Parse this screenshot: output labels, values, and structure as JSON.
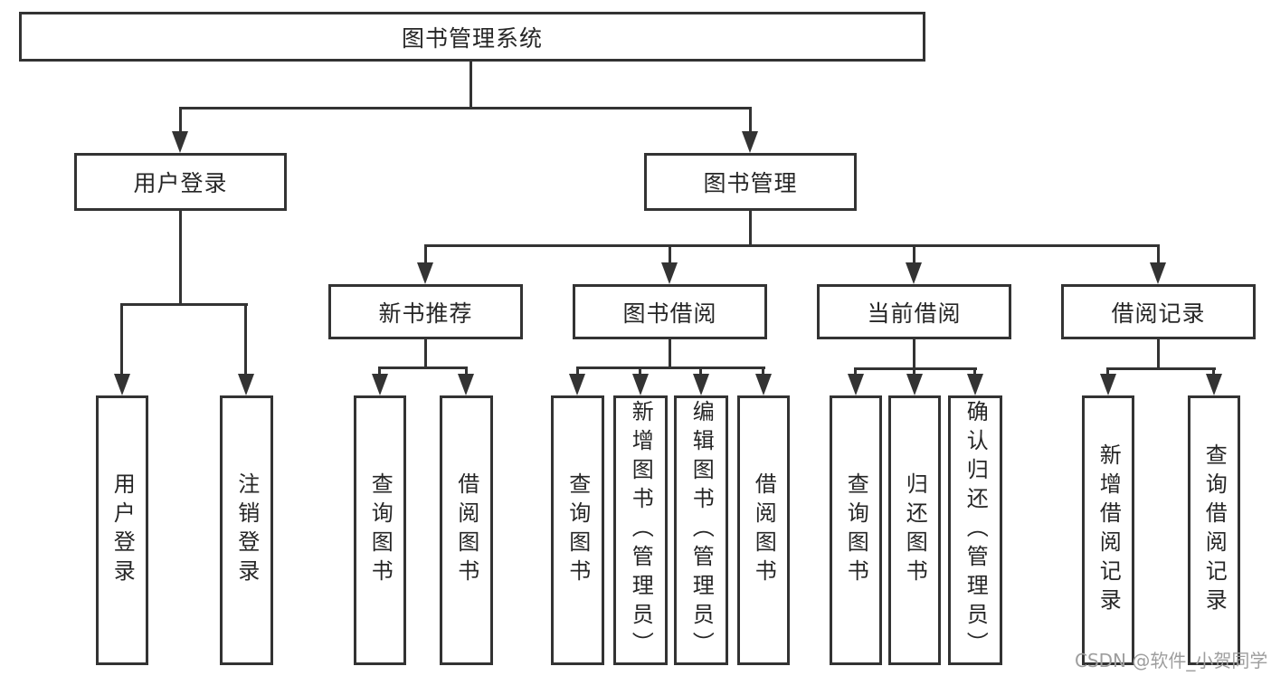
{
  "diagram": {
    "root": {
      "label": "图书管理系统"
    },
    "branches": [
      {
        "label": "用户登录",
        "children": [
          {
            "label": "用户登录"
          },
          {
            "label": "注销登录"
          }
        ]
      },
      {
        "label": "图书管理",
        "children": [
          {
            "label": "新书推荐",
            "children": [
              {
                "label": "查询图书"
              },
              {
                "label": "借阅图书"
              }
            ]
          },
          {
            "label": "图书借阅",
            "children": [
              {
                "label": "查询图书"
              },
              {
                "label": "新增图书（管理员）"
              },
              {
                "label": "编辑图书（管理员）"
              },
              {
                "label": "借阅图书"
              }
            ]
          },
          {
            "label": "当前借阅",
            "children": [
              {
                "label": "查询图书"
              },
              {
                "label": "归还图书"
              },
              {
                "label": "确认归还（管理员）"
              }
            ]
          },
          {
            "label": "借阅记录",
            "children": [
              {
                "label": "新增借阅记录"
              },
              {
                "label": "查询借阅记录"
              }
            ]
          }
        ]
      }
    ]
  },
  "watermark": {
    "text": "CSDN @软件_小贺同学"
  },
  "colors": {
    "line": "#333333",
    "text": "#262626",
    "background": "#ffffff",
    "watermark": "#9e9e9e"
  }
}
